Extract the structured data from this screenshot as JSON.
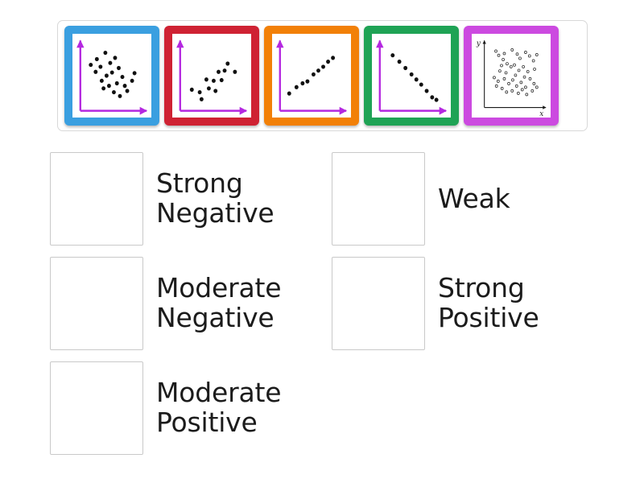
{
  "page": {
    "type": "match-up-activity",
    "background_color": "#ffffff"
  },
  "cards_tray": {
    "border_color": "#d8d8d8",
    "cards": [
      {
        "id": "card-1",
        "name": "scatter-strong-negative",
        "frame_color": "#3a9fe0",
        "axis_color": "#b428e0",
        "dot_color": "#111111",
        "dot_style": "filled",
        "correlation": "strong negative",
        "points": [
          [
            22,
            24
          ],
          [
            36,
            14
          ],
          [
            12,
            33
          ],
          [
            28,
            36
          ],
          [
            44,
            30
          ],
          [
            20,
            44
          ],
          [
            52,
            22
          ],
          [
            38,
            50
          ],
          [
            30,
            58
          ],
          [
            47,
            45
          ],
          [
            58,
            38
          ],
          [
            42,
            66
          ],
          [
            64,
            52
          ],
          [
            55,
            62
          ],
          [
            33,
            70
          ],
          [
            68,
            66
          ],
          [
            50,
            76
          ],
          [
            72,
            74
          ],
          [
            80,
            58
          ],
          [
            60,
            82
          ],
          [
            84,
            46
          ]
        ]
      },
      {
        "id": "card-2",
        "name": "scatter-moderate-positive",
        "frame_color": "#cf2233",
        "axis_color": "#b428e0",
        "dot_color": "#111111",
        "dot_style": "filled",
        "correlation": "moderate positive",
        "points": [
          [
            14,
            72
          ],
          [
            27,
            76
          ],
          [
            30,
            87
          ],
          [
            42,
            70
          ],
          [
            38,
            56
          ],
          [
            53,
            74
          ],
          [
            50,
            58
          ],
          [
            63,
            57
          ],
          [
            68,
            42
          ],
          [
            73,
            31
          ],
          [
            85,
            44
          ],
          [
            58,
            44
          ]
        ]
      },
      {
        "id": "card-3",
        "name": "scatter-strong-positive",
        "frame_color": "#f28007",
        "axis_color": "#b428e0",
        "dot_color": "#111111",
        "dot_style": "filled",
        "correlation": "strong positive",
        "points": [
          [
            10,
            78
          ],
          [
            22,
            68
          ],
          [
            32,
            62
          ],
          [
            40,
            59
          ],
          [
            50,
            48
          ],
          [
            58,
            42
          ],
          [
            66,
            36
          ],
          [
            74,
            28
          ],
          [
            82,
            22
          ]
        ]
      },
      {
        "id": "card-4",
        "name": "scatter-strong-negative-line",
        "frame_color": "#1fa355",
        "axis_color": "#b428e0",
        "dot_color": "#111111",
        "dot_style": "filled",
        "correlation": "strong negative",
        "points": [
          [
            16,
            18
          ],
          [
            27,
            28
          ],
          [
            37,
            38
          ],
          [
            47,
            48
          ],
          [
            55,
            56
          ],
          [
            63,
            64
          ],
          [
            72,
            74
          ],
          [
            81,
            84
          ],
          [
            88,
            88
          ]
        ]
      },
      {
        "id": "card-5",
        "name": "scatter-weak-no-correlation",
        "frame_color": "#cc4ae0",
        "axis_color": "#1a1a1a",
        "dot_color": "#333333",
        "dot_style": "open",
        "correlation": "weak",
        "x_axis_label": "x",
        "y_axis_label": "y",
        "points": [
          [
            15,
            12
          ],
          [
            20,
            19
          ],
          [
            30,
            16
          ],
          [
            28,
            26
          ],
          [
            44,
            10
          ],
          [
            53,
            17
          ],
          [
            58,
            24
          ],
          [
            68,
            14
          ],
          [
            75,
            20
          ],
          [
            82,
            28
          ],
          [
            88,
            18
          ],
          [
            35,
            33
          ],
          [
            42,
            38
          ],
          [
            25,
            36
          ],
          [
            22,
            45
          ],
          [
            33,
            48
          ],
          [
            48,
            35
          ],
          [
            56,
            44
          ],
          [
            64,
            38
          ],
          [
            72,
            46
          ],
          [
            84,
            42
          ],
          [
            12,
            56
          ],
          [
            19,
            62
          ],
          [
            30,
            58
          ],
          [
            38,
            66
          ],
          [
            45,
            60
          ],
          [
            52,
            70
          ],
          [
            60,
            64
          ],
          [
            68,
            72
          ],
          [
            76,
            58
          ],
          [
            83,
            66
          ],
          [
            26,
            74
          ],
          [
            34,
            80
          ],
          [
            44,
            78
          ],
          [
            55,
            82
          ],
          [
            62,
            76
          ],
          [
            70,
            84
          ],
          [
            80,
            78
          ],
          [
            88,
            72
          ],
          [
            16,
            70
          ],
          [
            50,
            52
          ],
          [
            66,
            55
          ]
        ]
      }
    ]
  },
  "answers": {
    "left_column": [
      {
        "id": "drop-1",
        "label": "Strong\nNegative"
      },
      {
        "id": "drop-2",
        "label": "Moderate\nNegative"
      },
      {
        "id": "drop-3",
        "label": "Moderate\nPositive"
      }
    ],
    "right_column": [
      {
        "id": "drop-4",
        "label": "Weak"
      },
      {
        "id": "drop-5",
        "label": "Strong\nPositive"
      }
    ]
  }
}
